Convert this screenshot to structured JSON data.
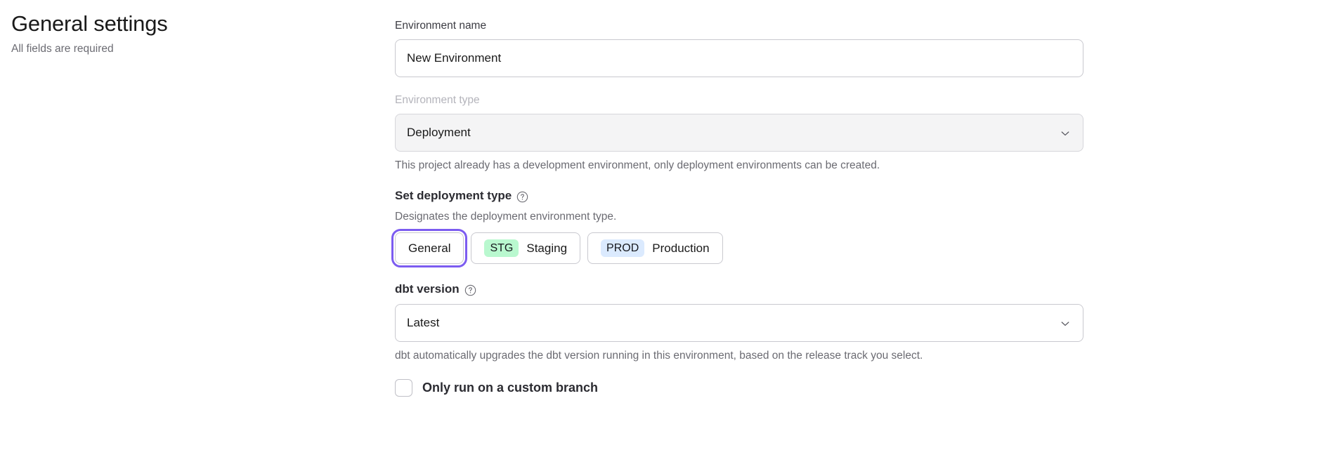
{
  "sidebar": {
    "title": "General settings",
    "subtitle": "All fields are required"
  },
  "form": {
    "environment_name": {
      "label": "Environment name",
      "value": "New Environment",
      "placeholder": "Environment name"
    },
    "environment_type": {
      "label": "Environment type",
      "value": "Deployment",
      "disabled": true,
      "helper": "This project already has a development environment, only deployment environments can be created.",
      "chevron_icon": "chevron-down-icon"
    },
    "deployment_type": {
      "heading": "Set deployment type",
      "help_icon": "help-circle-icon",
      "description": "Designates the deployment environment type.",
      "options": [
        {
          "id": "general",
          "label": "General",
          "badge": "",
          "badge_color": "",
          "focused": true
        },
        {
          "id": "staging",
          "label": "Staging",
          "badge": "STG",
          "badge_color": "#b9f8cf",
          "focused": false
        },
        {
          "id": "production",
          "label": "Production",
          "badge": "PROD",
          "badge_color": "#dbeafe",
          "focused": false
        }
      ]
    },
    "dbt_version": {
      "label": "dbt version",
      "help_icon": "help-circle-icon",
      "value": "Latest",
      "helper": "dbt automatically upgrades the dbt version running in this environment, based on the release track you select.",
      "chevron_icon": "chevron-down-icon"
    },
    "custom_branch": {
      "label": "Only run on a custom branch",
      "checked": false
    }
  },
  "colors": {
    "focus_ring": "#7c5cf0",
    "staging_badge": "#b9f8cf",
    "production_badge": "#dbeafe",
    "disabled_fill": "#f4f4f5"
  }
}
